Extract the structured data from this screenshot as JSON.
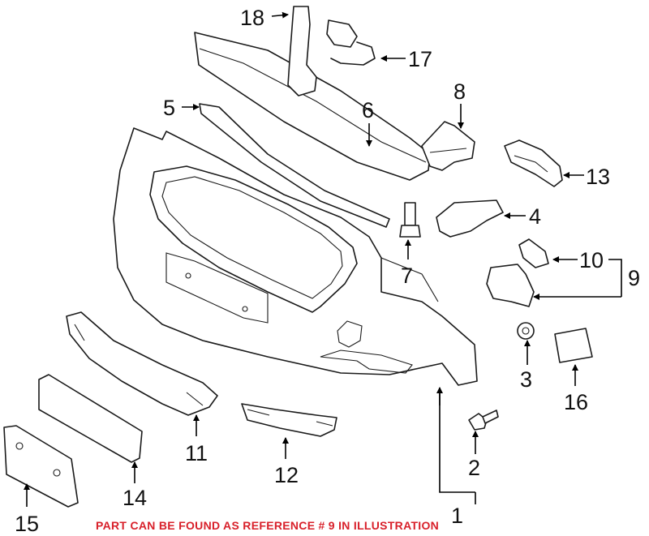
{
  "callouts": {
    "c1": "1",
    "c2": "2",
    "c3": "3",
    "c4": "4",
    "c5": "5",
    "c6": "6",
    "c7": "7",
    "c8": "8",
    "c9": "9",
    "c10": "10",
    "c11": "11",
    "c12": "12",
    "c13": "13",
    "c14": "14",
    "c15": "15",
    "c16": "16",
    "c17": "17",
    "c18": "18"
  },
  "note": "PART CAN BE FOUND AS REFERENCE # 9 IN ILLUSTRATION",
  "colors": {
    "note": "#d8202a",
    "lines": "#1a1a1a"
  }
}
